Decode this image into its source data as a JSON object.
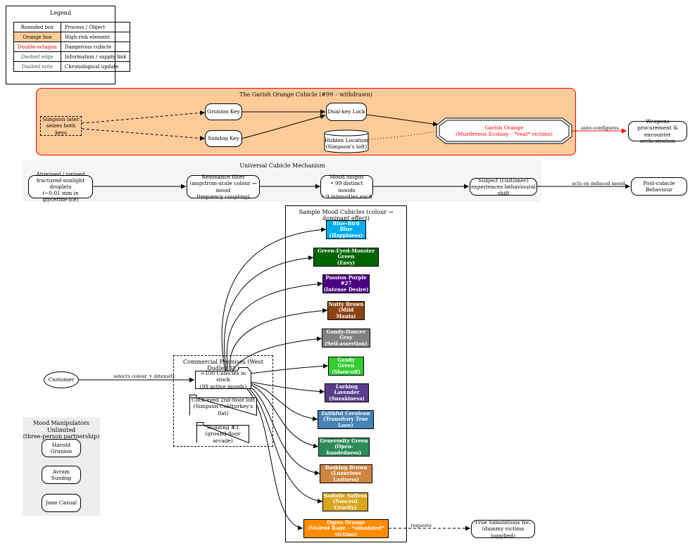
{
  "legend": {
    "title": "Legend",
    "rows": [
      {
        "key": "Rounded box",
        "value": "Process / Object"
      },
      {
        "key": "Orange box",
        "value": "High-risk element"
      },
      {
        "key": "Double-octagon",
        "value": "Dangerous cubicle"
      },
      {
        "key": "Dashed edge",
        "value": "Information / supply link"
      },
      {
        "key": "Dashed note",
        "value": "Chronological update"
      }
    ]
  },
  "orange_cluster": {
    "title": "The Garish Orange Cubicle (#99 – withdrawn)",
    "simpson_note": [
      "Simpson later",
      "seizes both keys"
    ],
    "grunion_key": "Grunion Key",
    "sundog_key": "Sundog Key",
    "dual_lock": "Dual-key Lock",
    "hidden_location": [
      "Hidden Location",
      "(Simpson's loft)"
    ],
    "garish": [
      "Garish Orange",
      "(Murderous Ecstasy – *real* victims)"
    ]
  },
  "weapons": [
    "Weapons procurement &",
    "encounter orchestration"
  ],
  "edge_auto_configures": "auto-configures",
  "mechanism": {
    "title": "Universal Cubicle Mechanism",
    "atomised": [
      "Atomised / ionised",
      "fractured-sunlight droplets",
      "(~0.01 mm in glycerine-ice)"
    ],
    "resonance": [
      "Resonance filter",
      "(angstrom-scale colour ↔ mood",
      "frequency coupling)"
    ],
    "mood_output": [
      "Mood output",
      "• 99 distinct moods",
      "• 9 intensities each"
    ],
    "subject": [
      "Subject (customer)",
      "experiences behavioural shift"
    ]
  },
  "post_cubicle": "Post-cubicle Behaviour",
  "edge_acts_on": "acts on induced mood",
  "moods_cluster": {
    "title": "Sample Mood Cubicles (colour → dominant effect)",
    "items": [
      {
        "name": "Blue-Bird Blue",
        "effect": "(Happiness)",
        "color": "#00aeef"
      },
      {
        "name": "Green-Eyed-Monster Green",
        "effect": "(Envy)",
        "color": "#006400"
      },
      {
        "name": "Passion Purple #27",
        "effect": "(Intense Desire)",
        "color": "#4b0082"
      },
      {
        "name": "Nutty Brown",
        "effect": "(Mild Mania)",
        "color": "#8b4513"
      },
      {
        "name": "Gandy-Dancer Gray",
        "effect": "(Self-assertion)",
        "color": "#808080"
      },
      {
        "name": "Gaudy Green",
        "effect": "(Show-off)",
        "color": "#32cd32"
      },
      {
        "name": "Lurking Lavender",
        "effect": "(Sneakiness)",
        "color": "#5a3d8a"
      },
      {
        "name": "Faithful Cerulean",
        "effect": "(Transitory True Love)",
        "color": "#4682b4"
      },
      {
        "name": "Generosity Green",
        "effect": "(Open-handedness)",
        "color": "#2e8b57"
      },
      {
        "name": "Basking Brown",
        "effect": "(Luxurious Laziness)",
        "color": "#cd853f"
      },
      {
        "name": "Sadistic Saffron",
        "effect": "(Nascent Cruelty)",
        "color": "#daa520"
      },
      {
        "name": "Ogres Orange",
        "effect": "(Violent Rage – *simulated* victims)",
        "color": "#ff8c00"
      }
    ]
  },
  "customer": "Customer",
  "edge_selects": "selects colour + intensity",
  "premises": {
    "title": "Commercial Premises (West Dudley St.)",
    "cubicles": [
      "≈100 Cubicles in stock",
      "(99 active moods)"
    ],
    "loft": [
      "Cock-eyed 2nd-floor loft",
      "(Simpson Coldturkey's flat)"
    ],
    "building": [
      "Building #3",
      "(ground-floor arcade)"
    ]
  },
  "true_sim": [
    "True Simulations Inc.",
    "(dummy victims supplied)"
  ],
  "edge_requests": "requests",
  "partnership": {
    "title": [
      "Mood Manipulators Unlimited",
      "(three-person partnership)"
    ],
    "members": [
      "Harold Grunion",
      "Avram Sundog",
      "Jane Casual"
    ]
  },
  "colors": {
    "orange_fill": "#ffcc99",
    "orange_border": "#ff0000",
    "cluster_gray": "#f5f5f5",
    "partnership_gray": "#eeeeee",
    "danger_text": "#ff0000",
    "red_edge": "#ff0000"
  }
}
